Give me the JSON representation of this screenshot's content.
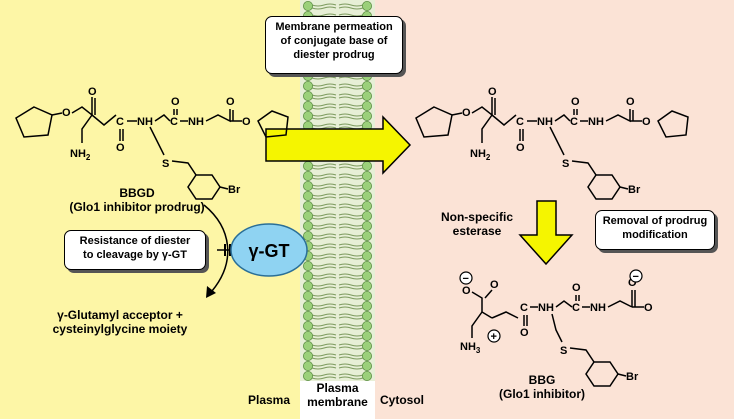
{
  "callouts": {
    "permeation": [
      "Membrane permeation",
      "of conjugate base of",
      "diester prodrug"
    ],
    "resistance": [
      "Resistance of diester",
      "to cleavage by γ-GT"
    ],
    "removal": [
      "Removal of prodrug",
      "modification"
    ]
  },
  "labels": {
    "bbgd_name": "BBGD",
    "bbgd_desc": "(Glo1 inhibitor prodrug)",
    "enzyme": "γ-GT",
    "products": [
      "γ-Glutamyl acceptor +",
      "cysteinylglycine moiety"
    ],
    "esterase": [
      "Non-specific",
      "esterase"
    ],
    "bbg_name": "BBG",
    "bbg_desc": "(Glo1 inhibitor)"
  },
  "zones": {
    "plasma": "Plasma",
    "membrane": [
      "Plasma",
      "membrane"
    ],
    "cytosol": "Cytosol"
  },
  "atoms": {
    "O": "O",
    "C": "C",
    "NH": "NH",
    "NH2": "NH",
    "sub2": "2",
    "S": "S",
    "Br": "Br",
    "NH3": "NH",
    "sub3": "3",
    "plus": "+",
    "minus": "−"
  },
  "colors": {
    "plasma_bg": "#fdf6a6",
    "cytosol_bg": "#fbe3d6",
    "membrane_bg": "#dde8c8",
    "lipid_head": "#9bd07a",
    "arrow_fill": "#f5f500",
    "enzyme_fill": "#8fd3f2"
  }
}
